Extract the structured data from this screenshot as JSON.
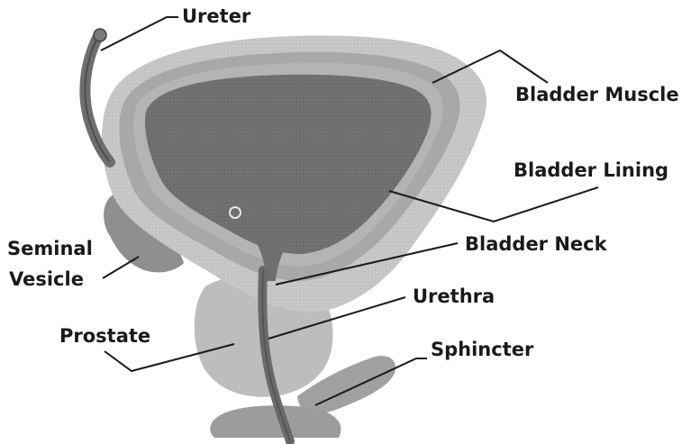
{
  "labels": {
    "ureter": "Ureter",
    "bladder_muscle": "Bladder Muscle",
    "bladder_lining": "Bladder Lining",
    "bladder_neck": "Bladder Neck",
    "seminal_vesicle_line1": "Seminal",
    "seminal_vesicle_line2": "Vesicle",
    "urethra": "Urethra",
    "prostate": "Prostate",
    "sphincter": "Sphincter"
  },
  "colors": {
    "background": "#ffffff",
    "outer_muscle": "#c7c7c7",
    "muscle_wall": "#a8a8a8",
    "inner_lining_band": "#b4b4b4",
    "bladder_cavity": "#6f6f6f",
    "urethra_tube": "#6a6a6a",
    "ureter_tube": "#6e6e6e",
    "prostate": "#bdbdbd",
    "seminal_vesicle": "#8f8f8f",
    "sphincter": "#a0a0a0",
    "leader_lines": "#1a1a1a",
    "label_text": "#1a1a1a"
  }
}
